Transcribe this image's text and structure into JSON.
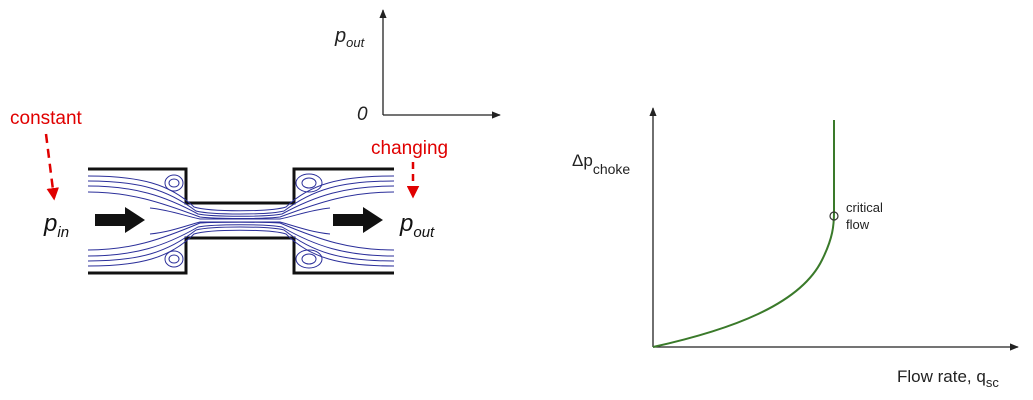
{
  "left_diagram": {
    "axis_p": "p",
    "axis_p_sub": "out",
    "axis_zero": "0",
    "constant_label": "constant",
    "changing_label": "changing",
    "pin_p": "p",
    "pin_sub": "in",
    "pout_p": "p",
    "pout_sub": "out",
    "accent_color": "#e00000",
    "streamline_color": "#2b2f9a"
  },
  "right_chart": {
    "y_label": "Δp",
    "y_label_sub": "choke",
    "x_label": "Flow rate, q",
    "x_label_sub": "sc",
    "critical_label_1": "critical",
    "critical_label_2": "flow",
    "curve_color": "#3a7a2a"
  }
}
